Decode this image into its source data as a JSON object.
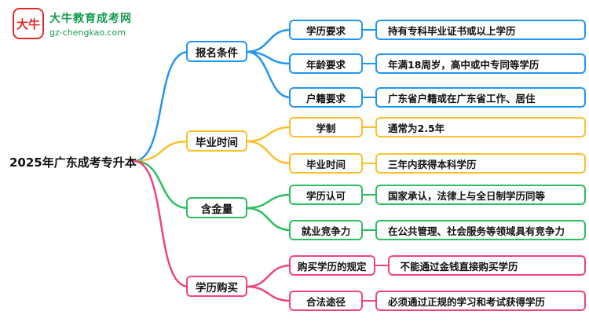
{
  "logo": {
    "icon_text": "大牛",
    "site_name": "大牛教育成考网",
    "site_url": "gz-chengkao.com",
    "brand_red": "#E02B2B",
    "brand_green": "#149B4E"
  },
  "root": {
    "label": "2025年广东成考专升本"
  },
  "branches": [
    {
      "label": "报名条件",
      "color": "#2196F3",
      "children": [
        {
          "label": "学历要求",
          "value": "持有专科毕业证书或以上学历"
        },
        {
          "label": "年龄要求",
          "value": "年满18周岁，高中或中专同等学历"
        },
        {
          "label": "户籍要求",
          "value": "广东省户籍或在广东省工作、居住"
        }
      ]
    },
    {
      "label": "毕业时间",
      "color": "#FBC02D",
      "children": [
        {
          "label": "学制",
          "value": "通常为2.5年"
        },
        {
          "label": "毕业时间",
          "value": "三年内获得本科学历"
        }
      ]
    },
    {
      "label": "含金量",
      "color": "#2DBE60",
      "children": [
        {
          "label": "学历认可",
          "value": "国家承认，法律上与全日制学历同等"
        },
        {
          "label": "就业竞争力",
          "value": "在公共管理、社会服务等领域具有竞争力"
        }
      ]
    },
    {
      "label": "学历购买",
      "color": "#F0437F",
      "children": [
        {
          "label": "购买学历的规定",
          "value": "不能通过金钱直接购买学历"
        },
        {
          "label": "合法途径",
          "value": "必须通过正规的学习和考试获得学历"
        }
      ]
    }
  ]
}
